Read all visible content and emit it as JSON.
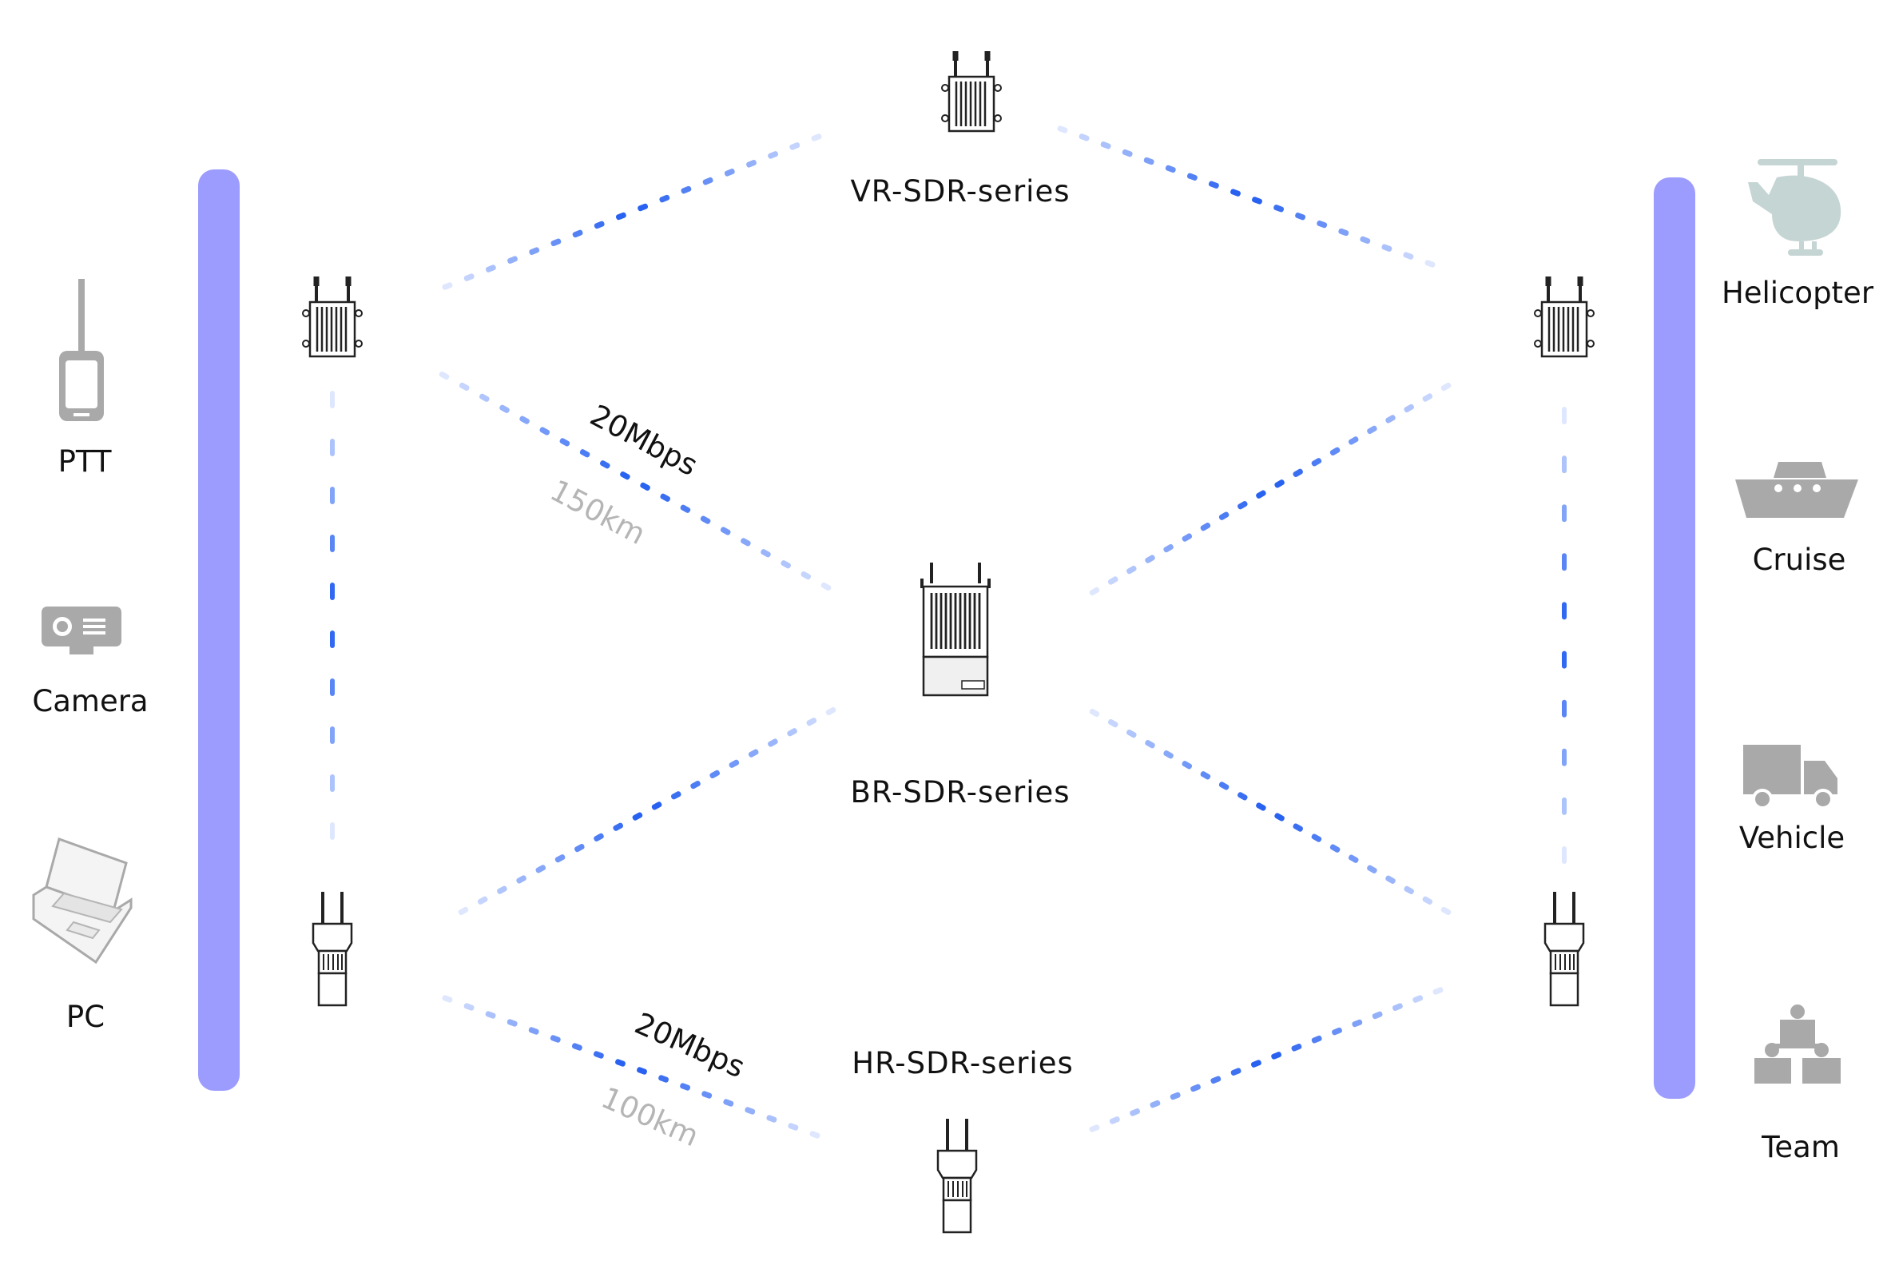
{
  "colors": {
    "bar": "#9c9cff",
    "link_strong": "#1f5bf0",
    "link_light": "#dfe7ff",
    "icon_gray": "#a9a9a9",
    "helicopter": "#c5d5d3",
    "rate_text": "#111111",
    "distance_text": "#b5b5b5"
  },
  "left_endpoints": {
    "ptt": {
      "label": "PTT",
      "icon": "ptt-radio-icon"
    },
    "camera": {
      "label": "Camera",
      "icon": "camera-icon"
    },
    "pc": {
      "label": "PC",
      "icon": "laptop-icon"
    }
  },
  "right_endpoints": {
    "helicopter": {
      "label": "Helicopter",
      "icon": "helicopter-icon"
    },
    "cruise": {
      "label": "Cruise",
      "icon": "ship-icon"
    },
    "vehicle": {
      "label": "Vehicle",
      "icon": "truck-icon"
    },
    "team": {
      "label": "Team",
      "icon": "team-icon"
    }
  },
  "series": {
    "vr": {
      "label": "VR-SDR-series",
      "icon": "vehicle-radio-icon"
    },
    "br": {
      "label": "BR-SDR-series",
      "icon": "base-radio-icon"
    },
    "hr": {
      "label": "HR-SDR-series",
      "icon": "handheld-radio-icon"
    }
  },
  "links": {
    "upper": {
      "rate": "20Mbps",
      "distance": "150km"
    },
    "lower": {
      "rate": "20Mbps",
      "distance": "100km"
    }
  }
}
